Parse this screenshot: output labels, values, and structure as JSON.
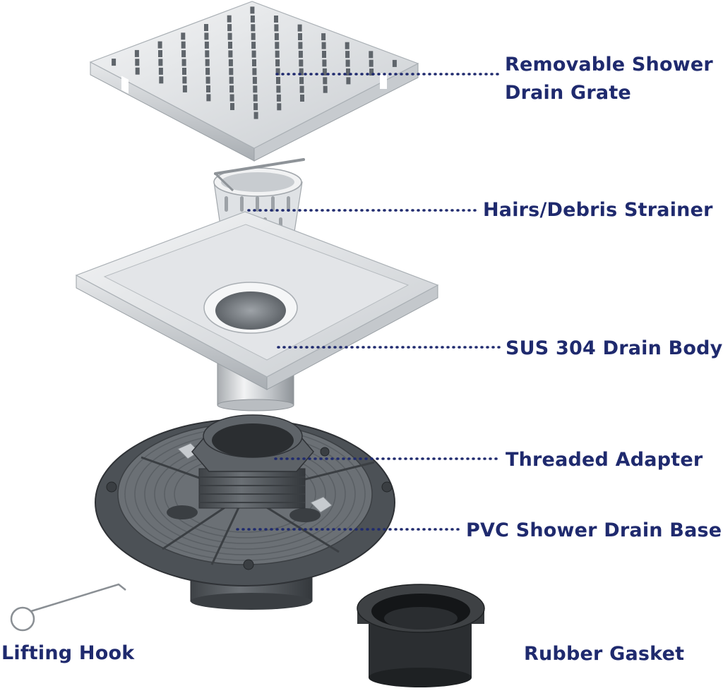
{
  "labels": {
    "grate_line1": "Removable Shower",
    "grate_line2": "Drain Grate",
    "strainer": "Hairs/Debris Strainer",
    "body": "SUS 304 Drain Body",
    "adapter": "Threaded Adapter",
    "base": "PVC Shower Drain Base",
    "hook": "Lifting Hook",
    "gasket": "Rubber Gasket"
  },
  "colors": {
    "label_text": "#1f2a6e",
    "leader_dots": "#1f2a6e",
    "steel": "#d9dcdf",
    "pvc": "#5c6166",
    "rubber": "#2b2e31"
  }
}
